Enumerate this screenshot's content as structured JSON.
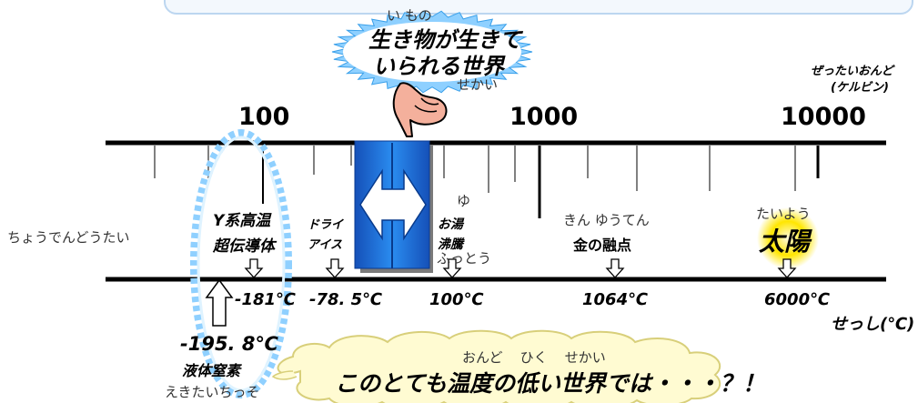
{
  "top_banner": "",
  "living_bubble": {
    "ruby": "い  もの",
    "line1": "生き物が生きて",
    "line2": "いられる世界",
    "ruby2": "せかい"
  },
  "kelvin": {
    "unit_line1": "ぜったいおんど",
    "unit_line2": "(ケルビン)",
    "ticks": [
      {
        "label": "100"
      },
      {
        "label": "1000"
      },
      {
        "label": "10000"
      }
    ]
  },
  "superconductor": {
    "ruby": "ちょうでんどうたい",
    "line1": "Y系高温",
    "line2": "超伝導体",
    "temp": "-181℃"
  },
  "dry_ice": {
    "line1": "ドライ",
    "line2": "アイス",
    "temp": "-78. 5℃"
  },
  "boiling_water": {
    "ruby1": "ゆ",
    "line1": "お湯",
    "line2": "沸騰",
    "ruby2": "ふっとう",
    "temp": "100℃"
  },
  "gold": {
    "ruby": "きん  ゆうてん",
    "label": "金の融点",
    "temp": "1064℃"
  },
  "sun": {
    "ruby": "たいよう",
    "label": "太陽",
    "temp": "6000℃"
  },
  "celsius_unit": "せっし(℃)",
  "nitrogen": {
    "temp": "-195. 8℃",
    "label": "液体窒素",
    "ruby": "えきたいちっそ"
  },
  "cloud_caption": {
    "ruby": "おんど    ひく    せかい",
    "text": "このとても温度の低い世界では・・・？！"
  },
  "colors": {
    "living_band": "#1f6fd6",
    "ring_glow": "#7fc7ff",
    "cloud_fill": "#fffbd0",
    "sun_fill": "#ffe600",
    "hand_fill": "#f5b3a0"
  }
}
